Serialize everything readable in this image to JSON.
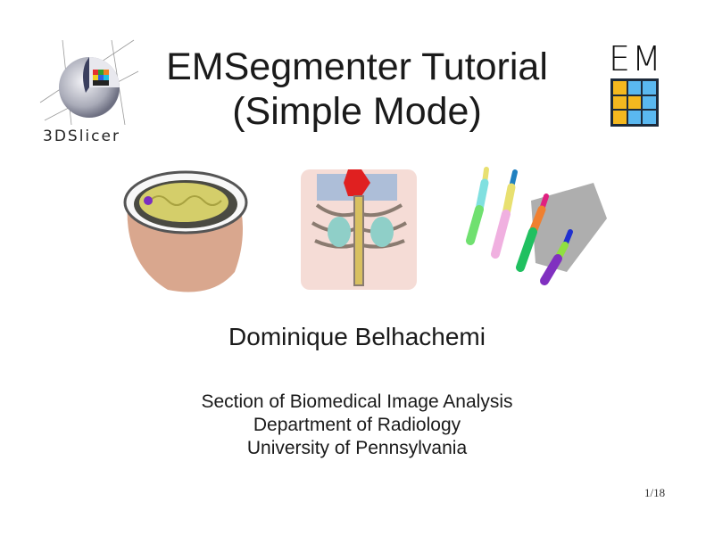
{
  "slide": {
    "title_line1": "EMSegmenter Tutorial",
    "title_line2": "(Simple Mode)",
    "author": "Dominique Belhachemi",
    "affiliation": [
      "Section of Biomedical Image Analysis",
      "Department of Radiology",
      "University of Pennsylvania"
    ],
    "page_number": "1/18"
  },
  "logos": {
    "slicer": {
      "label": "3DSlicer",
      "icon": "3dslicer-logo-icon"
    },
    "em": {
      "label": "EM",
      "icon": "em-grid-logo-icon",
      "grid_colors": [
        "#f4b81f",
        "#5ab8f0",
        "#5ab8f0",
        "#f4b81f",
        "#f4b81f",
        "#5ab8f0",
        "#f4b81f",
        "#5ab8f0",
        "#5ab8f0"
      ]
    }
  },
  "images": [
    {
      "name": "brain-segmentation-image",
      "description": "head with brain segmentation"
    },
    {
      "name": "abdomen-segmentation-image",
      "description": "torso with ribs, spine, kidneys"
    },
    {
      "name": "hand-bones-segmentation-image",
      "description": "hand with colored finger bones"
    }
  ]
}
